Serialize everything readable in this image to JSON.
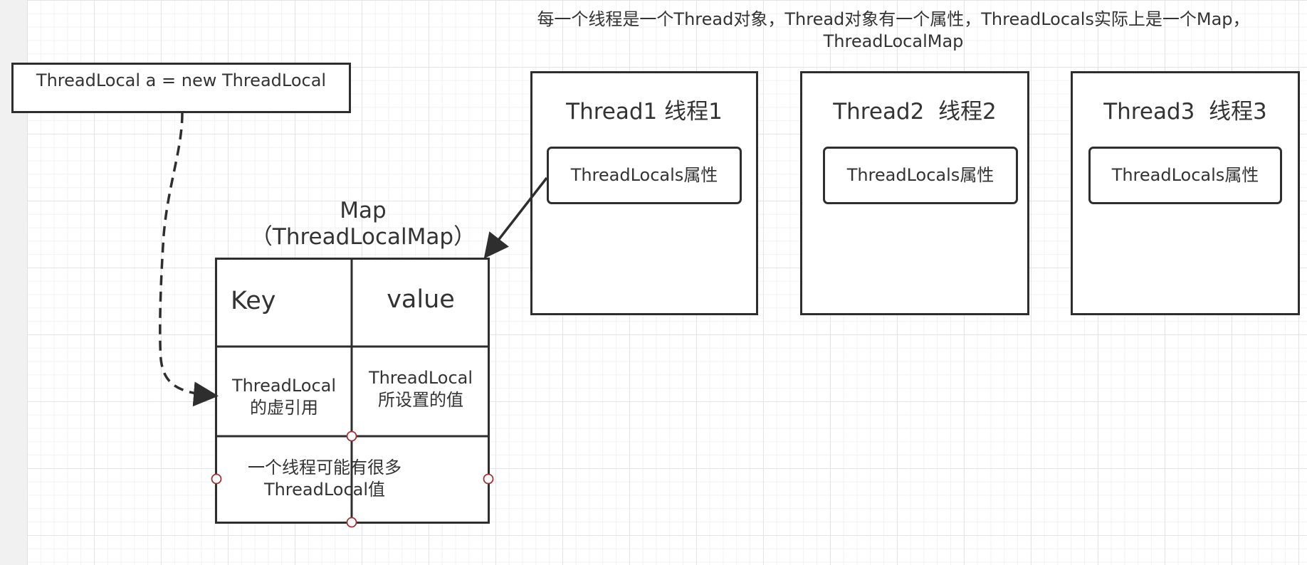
{
  "note": {
    "line1": "每一个线程是一个Thread对象，Thread对象有一个属性，ThreadLocals实际上是一个Map，",
    "line2": "ThreadLocalMap"
  },
  "declaration": "ThreadLocal a = new ThreadLocal",
  "map": {
    "title_line1": "Map",
    "title_line2": "（ThreadLocalMap）",
    "header_key": "Key",
    "header_value": "value",
    "row_key": [
      "ThreadLocal",
      "的虚引用"
    ],
    "row_value": [
      "ThreadLocal",
      "所设置的值"
    ],
    "footer": [
      "一个线程可能有很多",
      "ThreadLocal值"
    ]
  },
  "threads": [
    {
      "title": "Thread1 线程1",
      "attribute": "ThreadLocals属性"
    },
    {
      "title": "Thread2  线程2",
      "attribute": "ThreadLocals属性"
    },
    {
      "title": "Thread3  线程3",
      "attribute": "ThreadLocals属性"
    }
  ],
  "colors": {
    "stroke": "#2e2e2e",
    "handle": "#a33333",
    "grid": "#e4e4e4"
  }
}
